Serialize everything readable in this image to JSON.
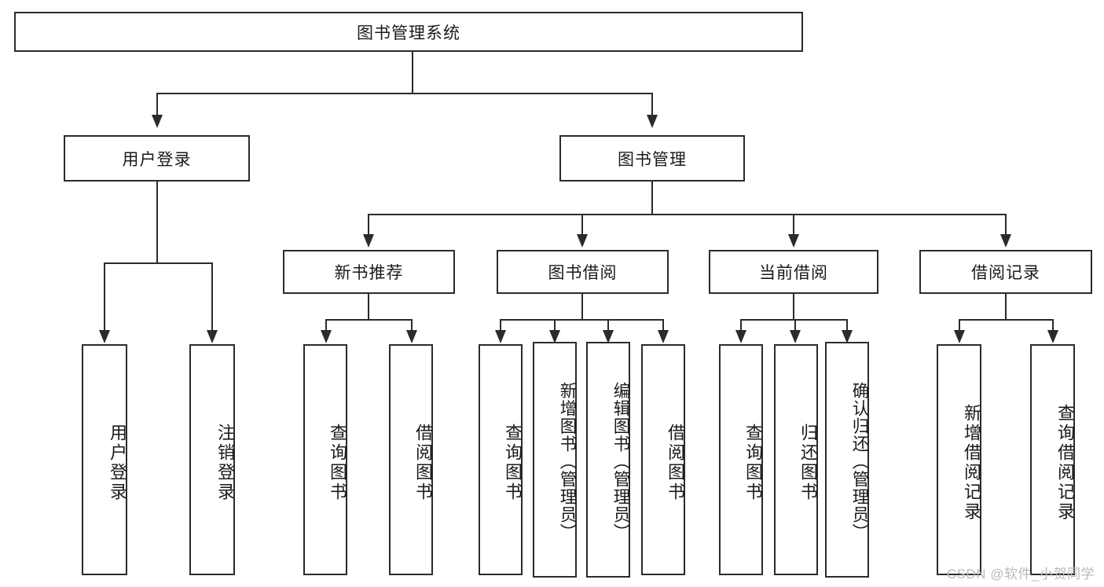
{
  "diagram": {
    "title": "图书管理系统",
    "type": "tree-hierarchy-diagram",
    "colors": {
      "stroke": "#2b2b2b",
      "fill": "#ffffff",
      "text": "#1a1a1a",
      "watermark": "#b9b9b9"
    },
    "root": {
      "label": "图书管理系统"
    },
    "level2": [
      {
        "label": "用户登录"
      },
      {
        "label": "图书管理"
      }
    ],
    "level3": [
      {
        "label": "新书推荐"
      },
      {
        "label": "图书借阅"
      },
      {
        "label": "当前借阅"
      },
      {
        "label": "借阅记录"
      }
    ],
    "leaves": {
      "user_login": [
        {
          "label": "用户登录"
        },
        {
          "label": "注销登录"
        }
      ],
      "new_book_rec": [
        {
          "label": "查询图书"
        },
        {
          "label": "借阅图书"
        }
      ],
      "book_borrow": [
        {
          "label": "查询图书"
        },
        {
          "label": "新增图书（管理员）"
        },
        {
          "label": "编辑图书（管理员）"
        },
        {
          "label": "借阅图书"
        }
      ],
      "current_borrow": [
        {
          "label": "查询图书"
        },
        {
          "label": "归还图书"
        },
        {
          "label": "确认归还（管理员）"
        }
      ],
      "borrow_record": [
        {
          "label": "新增借阅记录"
        },
        {
          "label": "查询借阅记录"
        }
      ]
    }
  },
  "watermark": {
    "text": "CSDN @软件_小贺同学"
  }
}
